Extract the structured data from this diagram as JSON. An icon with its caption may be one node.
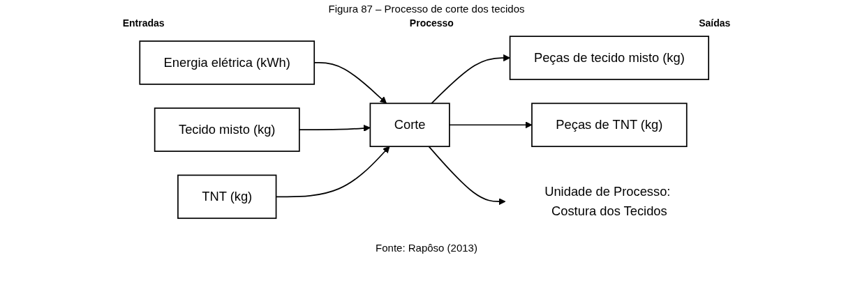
{
  "diagram": {
    "title": "Figura 87 – Processo de corte dos tecidos",
    "caption": "Fonte: Rapôso (2013)",
    "nodes": [
      {
        "text": [
          "Energia elétrica (kWh)"
        ]
      },
      {
        "text": [
          "Tecido misto (kg)"
        ]
      },
      {
        "text": [
          "Corte"
        ]
      },
      {
        "text": [
          "Peças de tecido misto (kg)"
        ]
      },
      {
        "text": [
          "TNT (kg)"
        ]
      },
      {
        "text": [
          "Peças de TNT (kg)"
        ]
      },
      {
        "text": [
          "Unidade de Processo: Costura dos Tecidos"
        ]
      }
    ],
    "edges": [
      {
        "from": 0,
        "to": 2,
        "arrow": "to"
      },
      {
        "from": 1,
        "to": 2,
        "arrow": "to"
      },
      {
        "from": 4,
        "to": 2,
        "arrow": "to"
      },
      {
        "from": 2,
        "to": 3,
        "arrow": "to"
      },
      {
        "from": 2,
        "to": 5,
        "arrow": "to"
      },
      {
        "from": 2,
        "to": 6,
        "arrow": "to"
      }
    ],
    "labels": [
      "Entradas",
      "Processo",
      "Saídas"
    ]
  }
}
